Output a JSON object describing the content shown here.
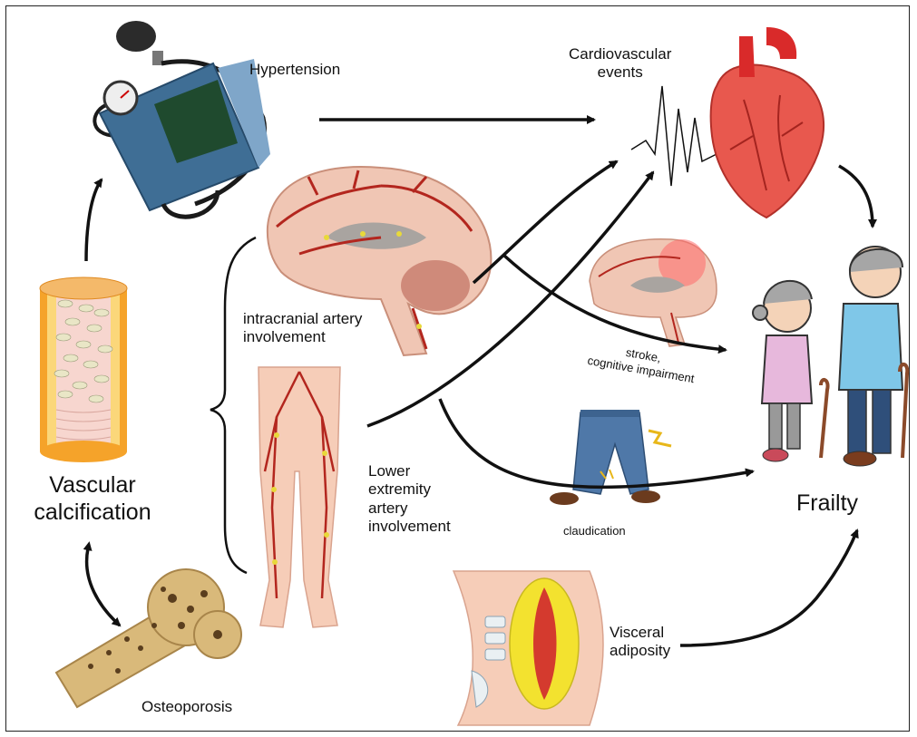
{
  "labels": {
    "hypertension": "Hypertension",
    "cardiovascular_events": [
      "Cardiovascular",
      "events"
    ],
    "intracranial": [
      "intracranial artery",
      "involvement"
    ],
    "stroke": [
      "stroke,",
      "cognitive impairment"
    ],
    "vascular_calcification": [
      "Vascular",
      "calcification"
    ],
    "lower_extremity": [
      "Lower",
      "extremity",
      "artery",
      "involvement"
    ],
    "claudication": "claudication",
    "frailty": "Frailty",
    "visceral_adiposity": [
      "Visceral",
      "adiposity"
    ],
    "osteoporosis": "Osteoporosis"
  },
  "colors": {
    "artery": "#b3261e",
    "calcium": "#e8d93a",
    "skin": "#f6cdb8",
    "brain": "#e9b8a8",
    "heart": "#e63a34",
    "cuff": "#3f6e95",
    "bone": "#e6c98a",
    "fat": "#f3e22f",
    "muscle": "#d43a2e",
    "jeans": "#4f78a8"
  }
}
